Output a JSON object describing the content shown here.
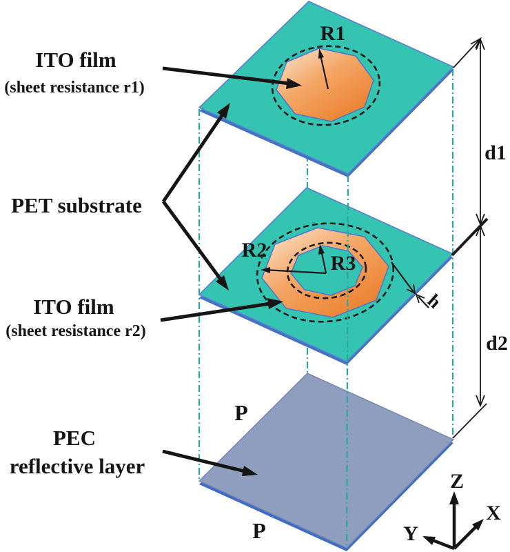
{
  "labels": {
    "ito_top": {
      "line1": "ITO film",
      "line2": "(sheet resistance r1)"
    },
    "pet": "PET substrate",
    "ito_mid": {
      "line1": "ITO film",
      "line2": "(sheet resistance r2)"
    },
    "pec": {
      "line1": "PEC",
      "line2": "reflective layer"
    }
  },
  "annotations": {
    "r1": "R1",
    "r2": "R2",
    "r3": "R3",
    "h": "h",
    "d1": "d1",
    "d2": "d2",
    "p_side": "P",
    "p_front": "P"
  },
  "axes": {
    "x": "X",
    "y": "Y",
    "z": "Z"
  },
  "colors": {
    "substrate_teal": "#35c3b2",
    "plate_edge_blue": "#4472c4",
    "ito_orange_light": "#fce7d2",
    "ito_orange_dark": "#ea7c28",
    "pec_gray": "#8f9dbf",
    "pec_edge_blue": "#3f6cc7",
    "guide_teal": "#2aa99b",
    "annotation_black": "#151515"
  }
}
